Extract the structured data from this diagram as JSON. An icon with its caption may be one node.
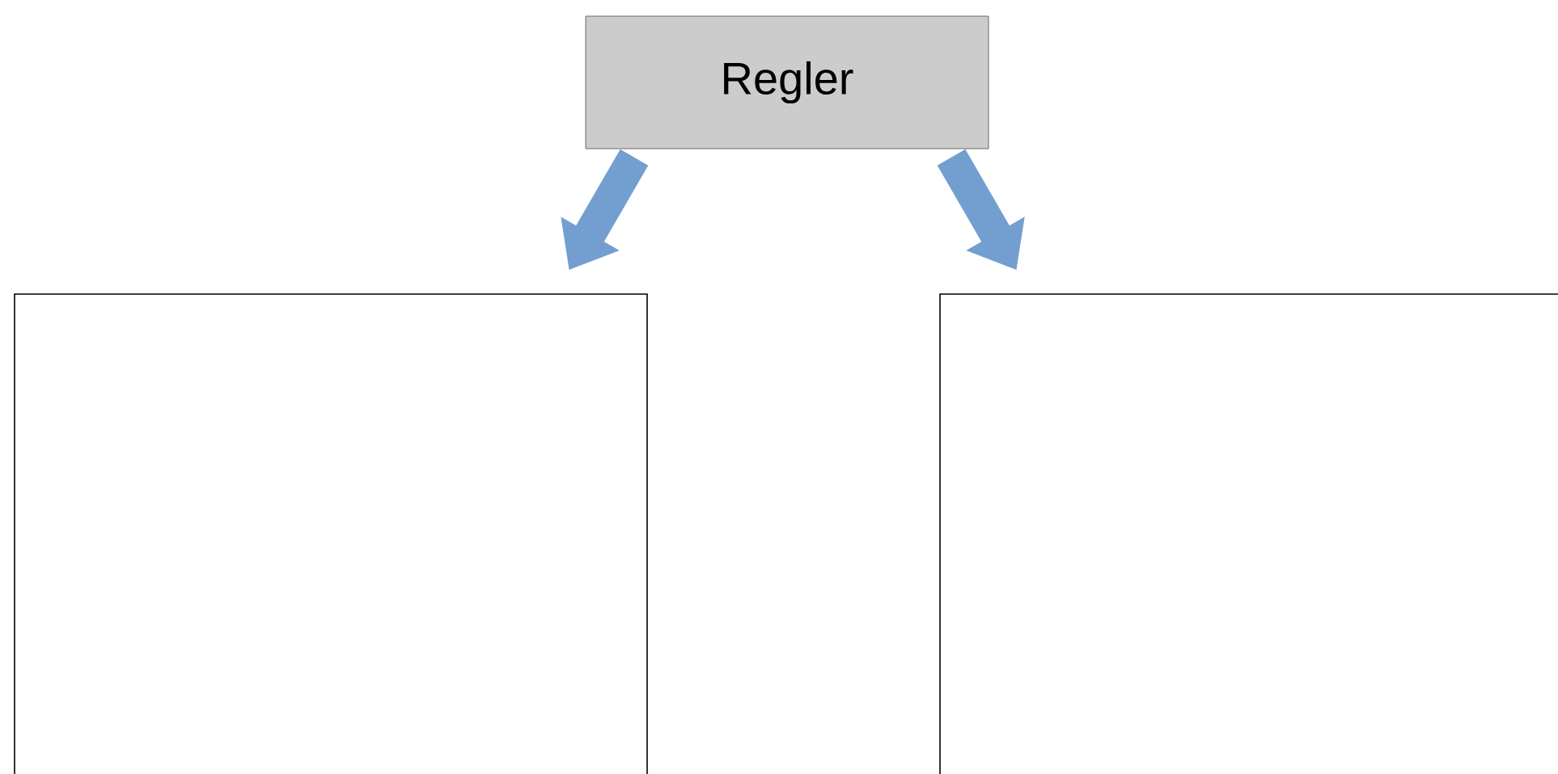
{
  "diagram": {
    "nodes": [
      {
        "text": [
          "Regler"
        ]
      },
      {
        "text": [],
        "shape": "box"
      },
      {
        "text": [],
        "shape": "box"
      }
    ],
    "edges": [
      {
        "from": 0,
        "to": 1,
        "arrow": "to"
      },
      {
        "from": 0,
        "to": 2,
        "arrow": "to"
      }
    ]
  }
}
